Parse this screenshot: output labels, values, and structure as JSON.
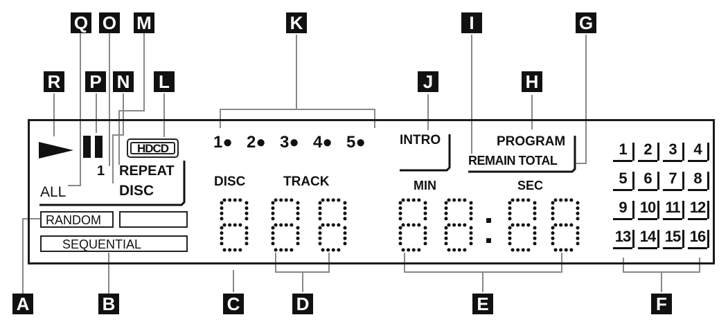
{
  "callouts": {
    "A": "A",
    "B": "B",
    "C": "C",
    "D": "D",
    "E": "E",
    "F": "F",
    "G": "G",
    "H": "H",
    "I": "I",
    "J": "J",
    "K": "K",
    "L": "L",
    "M": "M",
    "N": "N",
    "O": "O",
    "P": "P",
    "Q": "Q",
    "R": "R"
  },
  "display": {
    "hdcd": "HDCD",
    "repeat_one": "1",
    "repeat": "REPEAT",
    "disc_mode": "DISC",
    "all": "ALL",
    "random": "RANDOM",
    "sequential": "SEQUENTIAL",
    "disc_label": "DISC",
    "track_label": "TRACK",
    "intro": "INTRO",
    "program": "PROGRAM",
    "remain_total": "REMAIN TOTAL",
    "min_label": "MIN",
    "sec_label": "SEC",
    "disc_numbers": [
      "1",
      "2",
      "3",
      "4",
      "5"
    ],
    "track_numbers": [
      "1",
      "2",
      "3",
      "4",
      "5",
      "6",
      "7",
      "8",
      "9",
      "10",
      "11",
      "12",
      "13",
      "14",
      "15",
      "16"
    ]
  }
}
